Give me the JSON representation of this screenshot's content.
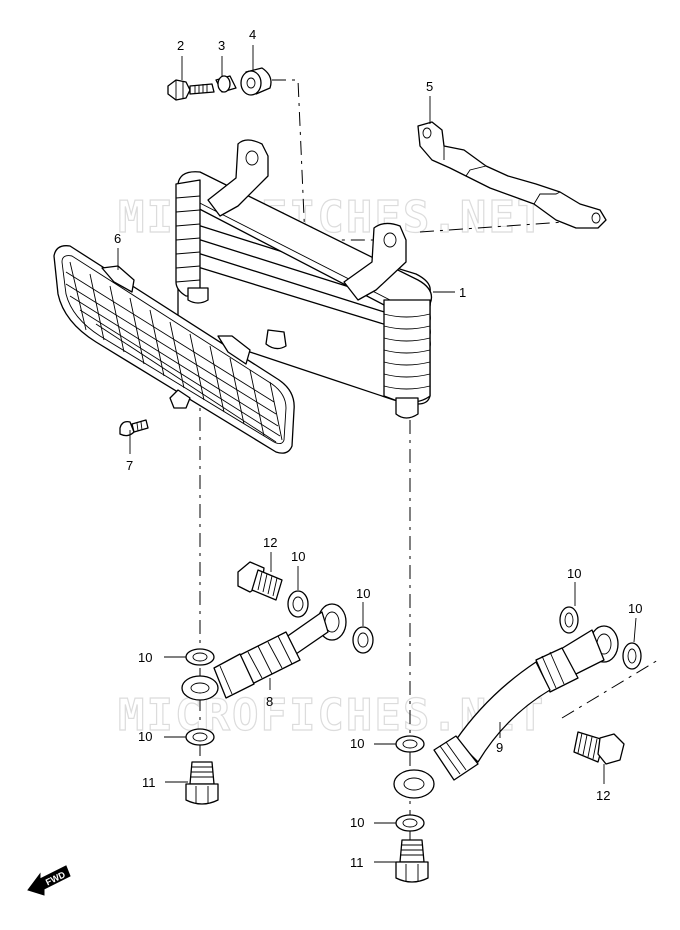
{
  "watermark": "MICROFICHES.NET",
  "fwd_label": "FWD",
  "callouts": [
    {
      "id": "c1",
      "text": "1"
    },
    {
      "id": "c2",
      "text": "2"
    },
    {
      "id": "c3",
      "text": "3"
    },
    {
      "id": "c4",
      "text": "4"
    },
    {
      "id": "c5",
      "text": "5"
    },
    {
      "id": "c6",
      "text": "6"
    },
    {
      "id": "c7",
      "text": "7"
    },
    {
      "id": "c8",
      "text": "8"
    },
    {
      "id": "c9",
      "text": "9"
    },
    {
      "id": "c10a",
      "text": "10"
    },
    {
      "id": "c10b",
      "text": "10"
    },
    {
      "id": "c10c",
      "text": "10"
    },
    {
      "id": "c10d",
      "text": "10"
    },
    {
      "id": "c10e",
      "text": "10"
    },
    {
      "id": "c10f",
      "text": "10"
    },
    {
      "id": "c10g",
      "text": "10"
    },
    {
      "id": "c10h",
      "text": "10"
    },
    {
      "id": "c11a",
      "text": "11"
    },
    {
      "id": "c11b",
      "text": "11"
    },
    {
      "id": "c12a",
      "text": "12"
    },
    {
      "id": "c12b",
      "text": "12"
    }
  ]
}
